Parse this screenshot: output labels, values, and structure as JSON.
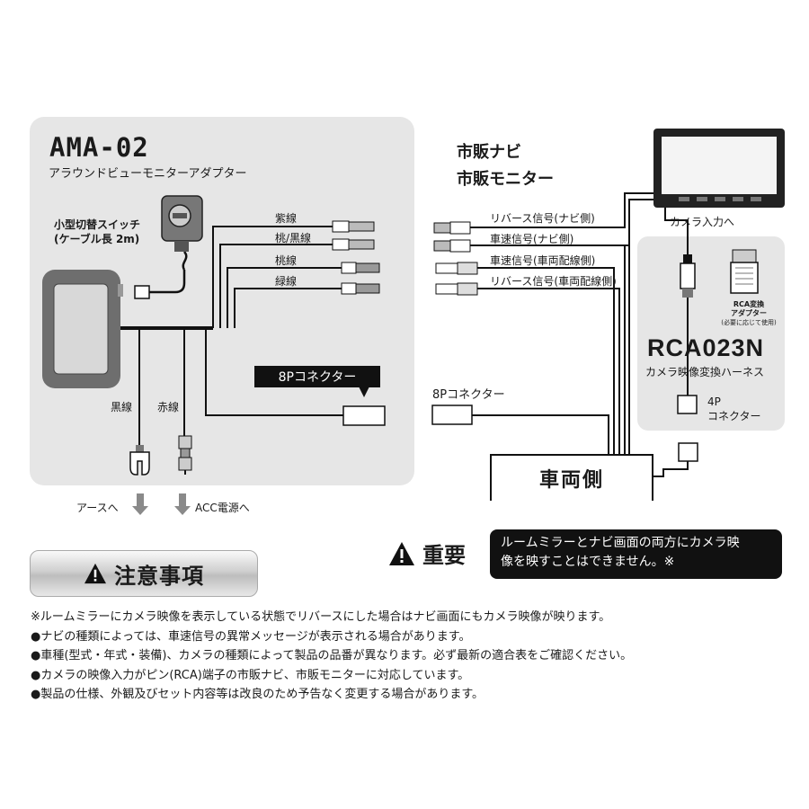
{
  "left_panel": {
    "title": "AMA-02",
    "subtitle": "アラウンドビューモニターアダプター",
    "switch_label_1": "小型切替スイッチ",
    "switch_label_2": "(ケーブル長 2m)",
    "wire_labels": [
      "紫線",
      "桃/黒線",
      "桃線",
      "緑線"
    ],
    "black_wire": "黒線",
    "red_wire": "赤線",
    "connector_8p_caption": "8Pコネクター"
  },
  "below_panel": {
    "earth": "アースへ",
    "acc": "ACC電源へ"
  },
  "right_section": {
    "heading_1": "市販ナビ",
    "heading_2": "市販モニター",
    "camera_input": "カメラ入力へ",
    "signal_labels": [
      "リバース信号(ナビ側)",
      "車速信号(ナビ側)",
      "車速信号(車両配線側)",
      "リバース信号(車両配線側)"
    ],
    "connector_8p": "8Pコネクター",
    "vehicle_side": "車両側"
  },
  "rca_panel": {
    "adapter_1": "RCA変換",
    "adapter_2": "アダプター",
    "adapter_3": "(必要に応じて使用)",
    "model": "RCA023N",
    "model_desc": "カメラ映像変換ハーネス",
    "connector_4p_1": "4P",
    "connector_4p_2": "コネクター"
  },
  "notice": {
    "title": "注意事項",
    "important_label": "重要",
    "important_text_1": "ルームミラーとナビ画面の両方にカメラ映",
    "important_text_2": "像を映すことはできません。※",
    "lines": [
      "※ルームミラーにカメラ映像を表示している状態でリバースにした場合はナビ画面にもカメラ映像が映ります。",
      "●ナビの種類によっては、車速信号の異常メッセージが表示される場合があります。",
      "●車種(型式・年式・装備)、カメラの種類によって製品の品番が異なります。必ず最新の適合表をご確認ください。",
      "●カメラの映像入力がピン(RCA)端子の市販ナビ、市販モニターに対応しています。",
      "●製品の仕様、外観及びセット内容等は改良のため予告なく変更する場合があります。"
    ]
  },
  "icons": [
    "switch-icon",
    "adapter-box-icon",
    "monitor-icon",
    "rca-plug-icon",
    "rca-adapter-icon",
    "earth-terminal-icon",
    "fuse-tap-icon",
    "warning-icon",
    "arrow-down-icon"
  ]
}
